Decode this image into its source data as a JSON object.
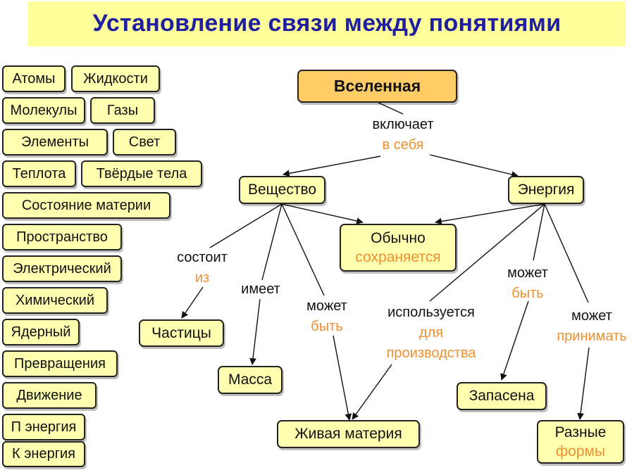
{
  "title": "Установление связи между понятиями",
  "left_terms": [
    "Атомы",
    "Жидкости",
    "Молекулы",
    "Газы",
    "Элементы",
    "Свет",
    "Теплота",
    "Твёрдые тела",
    "Состояние материи",
    "Пространство",
    "Электрический",
    "Химический",
    "Ядерный",
    "Превращения",
    "Движение",
    "П энергия",
    "К энергия"
  ],
  "nodes": {
    "universe": "Вселенная",
    "matter": "Вещество",
    "energy": "Энергия",
    "conserved_1": "Обычно",
    "conserved_2": "сохраняется",
    "particles": "Частицы",
    "mass": "Масса",
    "living_matter": "Живая материя",
    "stored": "Запасена",
    "forms_1": "Разные",
    "forms_2": "формы"
  },
  "labels": {
    "includes_1": "включает",
    "includes_2": "в себя",
    "consists_1": "состоит",
    "consists_2": "из",
    "has": "имеет",
    "canbe_matter_1": "может",
    "canbe_matter_2": "быть",
    "used_1": "используется",
    "used_2": "для",
    "used_3": "производства",
    "canbe_energy_1": "может",
    "canbe_energy_2": "быть",
    "take_1": "может",
    "take_2": "принимать"
  },
  "colors": {
    "title_bg": "#ffff99",
    "title_text": "#1f1fa0",
    "node_fill": "#ffffb0",
    "root_fill": "#ffcc66",
    "accent_text": "#f09030"
  }
}
